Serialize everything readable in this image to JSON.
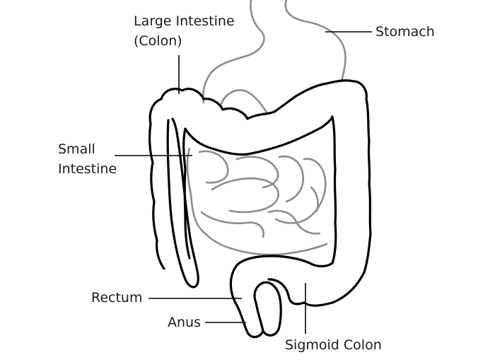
{
  "labels": {
    "large_intestine_line1": "Large Intestine",
    "large_intestine_line2": "(Colon)",
    "stomach": "Stomach",
    "small_intestine_line1": "Small",
    "small_intestine_line2": "Intestine",
    "rectum": "Rectum",
    "anus": "Anus",
    "sigmoid_colon": "Sigmoid Colon"
  },
  "colors": {
    "outline": "#000000",
    "stomach_and_small_intestine": "#8c8c8c",
    "background": "#ffffff"
  }
}
